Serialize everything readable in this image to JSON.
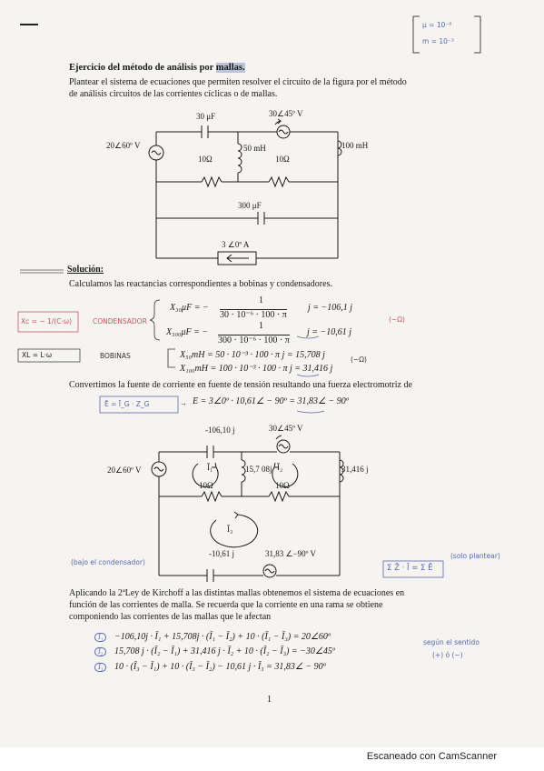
{
  "header_note": {
    "line1": "μ = 10⁻⁶",
    "line2": "m = 10⁻³"
  },
  "title": {
    "prefix": "Ejercicio del método de análisis por ",
    "highlight": "mallas."
  },
  "intro": [
    "Plantear el sistema de ecuaciones que permiten resolver el circuito de la figura por el método",
    "de análisis circuitos de las corrientes cíclicas o de mallas."
  ],
  "circuit1": {
    "c1": "30 μF",
    "vs2": "30∠45º V",
    "vs1": "20∠60º V",
    "l1": "50 mH",
    "l2": "100 mH",
    "r1": "10Ω",
    "r2": "10Ω",
    "c2": "300 μF",
    "is": "3 ∠0º A"
  },
  "solution": {
    "heading": "Solución:",
    "text": "Calculamos las reactancias correspondientes a bobinas y condensadores."
  },
  "notes": {
    "xc_formula": "Xc = − 1/(C·ω)",
    "condensador": "CONDENSADOR",
    "ohm1": "(−Ω)",
    "xl_formula": "XL = L·ω",
    "bobinas": "BOBINAS",
    "ohm2": "(−Ω)",
    "e_formula": "Ē = Ī_G · Z_G",
    "bajo": "(bajo el condensador)",
    "kvl": "Σ Z̄ · Ī = Σ Ē",
    "solo": "(solo plantear)",
    "segun": "según el sentido",
    "signs": "(+) ó (−)"
  },
  "equations": {
    "x30_lhs": "X₃₀μF = −",
    "x30_num": "1",
    "x30_den": "30 · 10⁻⁶ · 100 · π",
    "x30_res": "j = −106,1 j",
    "x300_lhs": "X₃₀₀μF = −",
    "x300_num": "1",
    "x300_den": "300 · 10⁻⁶ · 100 · π",
    "x300_res": "j = −10,61 j",
    "x50": "X₅₀mH = 50 · 10⁻³ · 100 · π j = 15,708 j",
    "x100": "X₁₀₀mH = 100 · 10⁻³ · 100 · π j = 31,416 j"
  },
  "conversion": {
    "text": "Convertimos la fuente de corriente en fuente de tensión resultando una fuerza electromotriz de",
    "eq": "E = 3∠0º · 10,61∠ − 90º = 31,83∠ − 90º"
  },
  "circuit2": {
    "c1": "-106,10 j",
    "vs2": "30∠45º V",
    "vs1": "20∠60º V",
    "l1": "15,7 08j",
    "l2": "31,416 j",
    "r1": "10Ω",
    "r2": "10Ω",
    "c2": "-10,61 j",
    "vs3": "31,83 ∠−90º V",
    "i1": "Ī₁",
    "i2": "Ī₂",
    "i3": "Ī₃"
  },
  "kirchhoff": [
    "Aplicando la 2ªLey de Kirchoff a las distintas mallas obtenemos el sistema de ecuaciones en",
    "función de las corrientes de malla.  Se recuerda que la corriente en una rama se obtiene",
    "componiendo las corrientes de las mallas que le afectan"
  ],
  "system": {
    "tag1": "Ī₁",
    "eq1": "−106,10j · Ī₁ + 15,708j · (Ī₁ − Ī₂) + 10 · (Ī₁ − Ī₃) = 20∠60º",
    "tag2": "Ī₂",
    "eq2": "15,708 j · (Ī₂ − Ī₁) + 31,416 j · Ī₂ + 10 · (Ī₂ − Ī₃) = −30∠45º",
    "tag3": "Ī₃",
    "eq3": "10 · (Ī₃ − Ī₁) + 10 · (Ī₃ − Ī₂) − 10,61 j · Ī₃ = 31,83∠ − 90º"
  },
  "page_number": "1",
  "footer": "Escaneado con CamScanner"
}
